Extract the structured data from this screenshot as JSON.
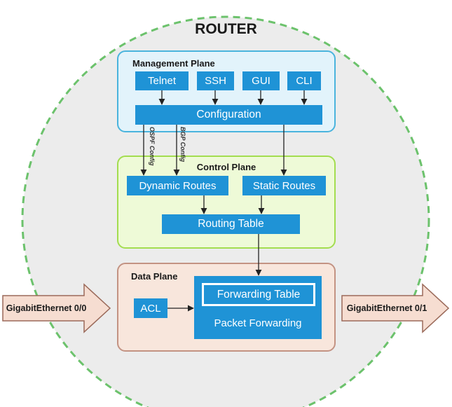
{
  "diagram": {
    "title": "ROUTER",
    "colors": {
      "router_fill": "#ececec",
      "router_border": "#6cc26c",
      "management_fill": "#e2f3fb",
      "management_border": "#4ab4dd",
      "control_fill": "#eefad7",
      "control_border": "#a3dd4f",
      "data_fill": "#f8e6dc",
      "data_border": "#c39383",
      "node_fill": "#1f93d6",
      "arrow_fill": "#f6ddd1",
      "arrow_border": "#9b6a5a"
    },
    "management_plane": {
      "label": "Management Plane",
      "nodes": {
        "telnet": "Telnet",
        "ssh": "SSH",
        "gui": "GUI",
        "cli": "CLI",
        "configuration": "Configuration"
      }
    },
    "control_plane": {
      "label": "Control Plane",
      "nodes": {
        "dynamic_routes": "Dynamic Routes",
        "static_routes": "Static Routes",
        "routing_table": "Routing Table"
      }
    },
    "data_plane": {
      "label": "Data Plane",
      "nodes": {
        "acl": "ACL",
        "forwarding_table": "Forwarding Table",
        "packet_forwarding": "Packet Forwarding"
      }
    },
    "edge_labels": {
      "ospf": "OSPF Config",
      "bgp": "BGP Config"
    },
    "ports": {
      "in": "GigabitEthernet 0/0",
      "out": "GigabitEthernet 0/1"
    }
  }
}
